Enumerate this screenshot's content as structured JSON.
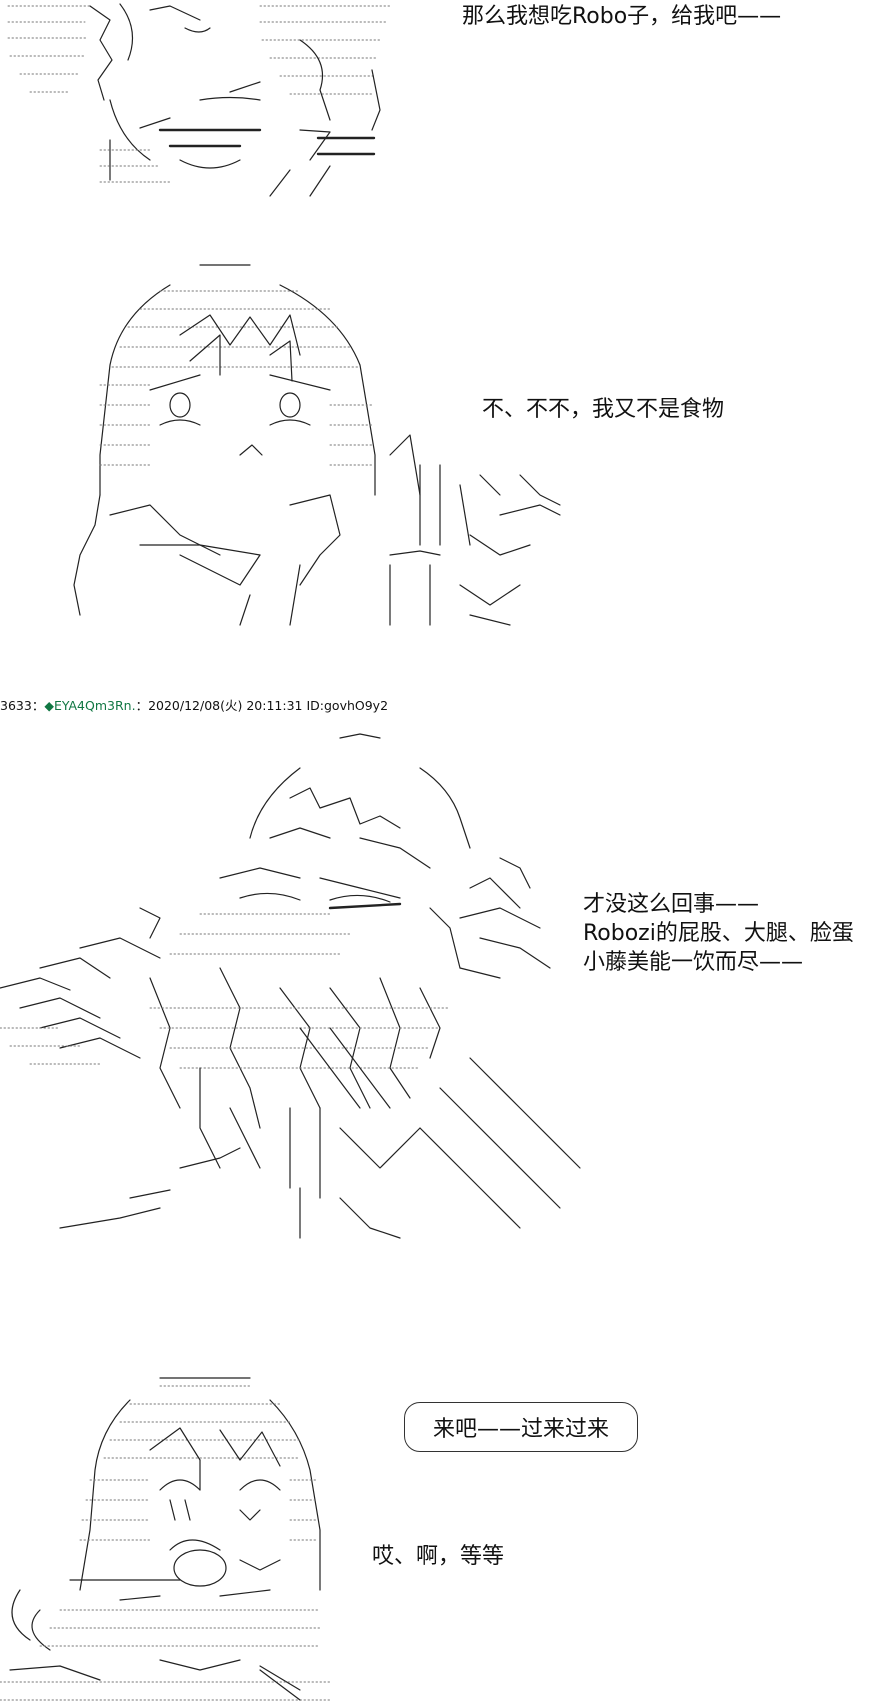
{
  "panels": [
    {
      "id": "panel-1",
      "art_icon": "aa-character-looking-up-icon",
      "dialogue": [
        "那么我想吃Robo子，给我吧——"
      ]
    },
    {
      "id": "panel-2",
      "art_icon": "aa-character-startled-icon",
      "dialogue": [
        "不、不不，我又不是食物"
      ]
    },
    {
      "id": "panel-3",
      "post_header": {
        "number": "3633",
        "separator": "：",
        "trip": "◆EYA4Qm3Rn.",
        "datetime": "：2020/12/08(火) 20:11:31",
        "id_label": "ID:govhO9y2"
      },
      "art_icon": "aa-character-lunging-icon",
      "dialogue": [
        "才没这么回事——",
        "Robozi的屁股、大腿、脸蛋",
        "小藤美能一饮而尽——"
      ]
    },
    {
      "id": "panel-4",
      "art_icon": "aa-character-smiling-icon",
      "bubble": "来吧——过来过来",
      "dialogue": [
        "哎、啊，等等"
      ]
    }
  ]
}
